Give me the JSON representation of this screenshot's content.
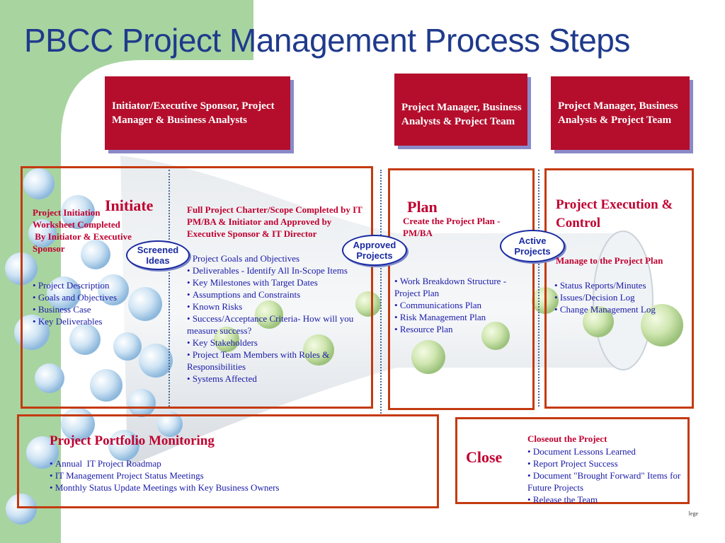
{
  "title": "PBCC Project Management Process Steps",
  "colors": {
    "accent_green": "#a8d4a0",
    "role_red": "#b40e2c",
    "frame_orange": "#c43a10",
    "text_blue": "#1a1aa8",
    "heading_red": "#c00030"
  },
  "roles": [
    "Initiator/Executive Sponsor, Project Manager & Business Analysts",
    "Project Manager, Business Analysts & Project Team",
    "Project Manager, Business Analysts & Project Team"
  ],
  "initiate": {
    "heading": "Initiate",
    "worksheet_lines": [
      "Project Initiation",
      "Worksheet Completed",
      " By Initiator & Executive",
      "Sponsor"
    ],
    "items": [
      "Project Description",
      "Goals and Objectives",
      "Business Case",
      "Key Deliverables"
    ],
    "charter_heading": "Full Project Charter/Scope Completed by IT PM/BA & Initiator and Approved by Executive Sponsor & IT Director",
    "charter_items": [
      "Project Goals and Objectives",
      "Deliverables - Identify All In-Scope Items",
      "Key Milestones with Target Dates",
      "Assumptions and Constraints",
      "Known Risks",
      "Success/Acceptance Criteria- How will you measure success?",
      "Key Stakeholders",
      "Project Team Members with Roles & Responsibilities",
      "Systems Affected"
    ]
  },
  "ovals": {
    "screened": [
      "Screened",
      "Ideas"
    ],
    "approved": [
      "Approved",
      "Projects"
    ],
    "active": [
      "Active",
      "Projects"
    ]
  },
  "plan": {
    "heading": "Plan",
    "subheading": "Create the Project Plan - PM/BA",
    "items": [
      "Work Breakdown Structure - Project Plan",
      "Communications Plan",
      "Risk Management Plan",
      "Resource Plan"
    ]
  },
  "execution": {
    "heading": "Project Execution & Control",
    "subheading": "Manage to the Project Plan",
    "items": [
      "Status Reports/Minutes",
      "Issues/Decision Log",
      "Change Management Log"
    ]
  },
  "portfolio": {
    "heading": "Project Portfolio Monitoring",
    "items": [
      "Annual  IT Project Roadmap",
      "IT Management Project Status Meetings",
      "Monthly Status Update Meetings with Key Business Owners"
    ]
  },
  "close": {
    "heading": "Close",
    "subheading": "Closeout the Project",
    "items": [
      "Document Lessons Learned",
      "Report Project Success",
      "Document \"Brought Forward\" Items for Future Projects",
      "Release the Team"
    ]
  },
  "footer_mark": "lege"
}
